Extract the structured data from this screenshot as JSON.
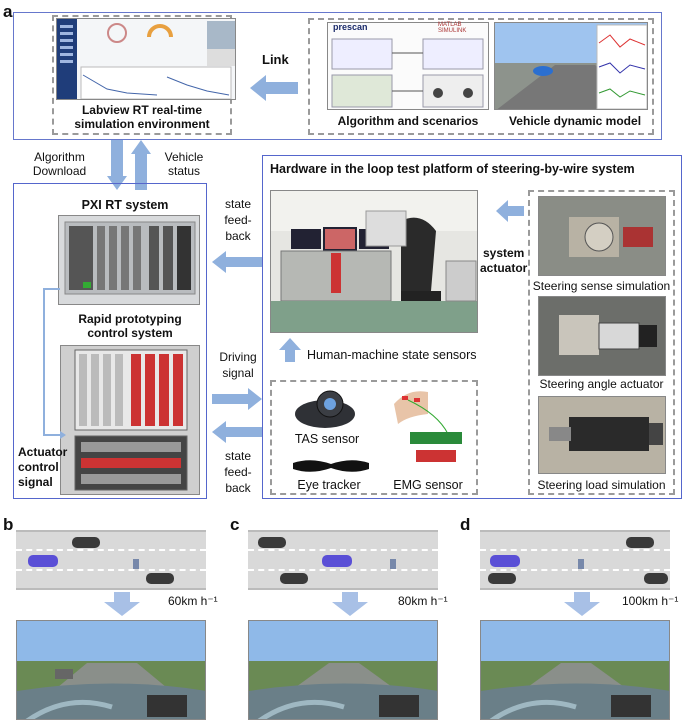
{
  "panel_letters": {
    "a": "a",
    "b": "b",
    "c": "c",
    "d": "d"
  },
  "top": {
    "labview_caption_line1": "Labview RT real-time",
    "labview_caption_line2": "simulation environment",
    "link_label": "Link",
    "prescan_logo": "prescan",
    "matlab_logo": "MATLAB SIMULINK",
    "algo_caption": "Algorithm and scenarios",
    "vehicle_caption": "Vehicle dynamic model"
  },
  "comm": {
    "algo_download_line1": "Algorithm",
    "algo_download_line2": "Download",
    "vehicle_status_line1": "Vehicle",
    "vehicle_status_line2": "status"
  },
  "left_box": {
    "pxi_title": "PXI RT system",
    "rapid_line1": "Rapid prototyping",
    "rapid_line2": "control system",
    "actuator_line1": "Actuator",
    "actuator_line2": "control",
    "actuator_line3": "signal"
  },
  "middle_labels": {
    "state_feedback_top": [
      "state",
      "feed-",
      "back"
    ],
    "driving_signal": [
      "Driving",
      "signal"
    ],
    "state_feedback_bottom": [
      "state",
      "feed-",
      "back"
    ]
  },
  "right_box": {
    "title": "Hardware in the loop test platform of steering-by-wire system",
    "system_actuator_line1": "system",
    "system_actuator_line2": "actuator",
    "hm_sensors": "Human-machine state sensors",
    "tas_sensor": "TAS sensor",
    "eye_tracker": "Eye tracker",
    "emg_sensor": "EMG sensor",
    "steering_sense": "Steering sense simulation",
    "steering_angle": "Steering angle actuator",
    "steering_load": "Steering load simulation"
  },
  "speeds": {
    "b": "60km h⁻¹",
    "c": "80km h⁻¹",
    "d": "100km h⁻¹"
  },
  "colors": {
    "arrow": "#8fb0dd",
    "box_border": "#5566cc",
    "ego_car": "#5a4fd6",
    "other_car": "#3a3a3a"
  }
}
